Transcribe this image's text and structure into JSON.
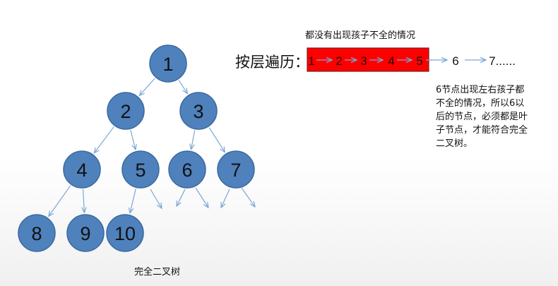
{
  "caption_top": "都没有出现孩子不全的情况",
  "traversal_label": "按层遍历：",
  "sequence": {
    "highlighted": [
      "1",
      "2",
      "3",
      "4",
      "5"
    ],
    "rest": [
      "6",
      "7......"
    ]
  },
  "side_note_lines": [
    "6节点出现左右孩子都",
    "不全的情况，所以6以",
    "后的节点，必须都是叶",
    "子节点，才能符合完全",
    "二叉树。"
  ],
  "caption_bottom": "完全二叉树",
  "colors": {
    "node_fill": "#4f81bd",
    "node_stroke": "#3a6a9e",
    "edge": "#7aa7d6",
    "highlight_fill": "#ff0000",
    "highlight_stroke": "#7a1f1f"
  },
  "tree": {
    "nodes": [
      {
        "id": "n1",
        "label": "1"
      },
      {
        "id": "n2",
        "label": "2"
      },
      {
        "id": "n3",
        "label": "3"
      },
      {
        "id": "n4",
        "label": "4"
      },
      {
        "id": "n5",
        "label": "5"
      },
      {
        "id": "n6",
        "label": "6"
      },
      {
        "id": "n7",
        "label": "7"
      },
      {
        "id": "n8",
        "label": "8"
      },
      {
        "id": "n9",
        "label": "9"
      },
      {
        "id": "n10",
        "label": "10"
      }
    ],
    "edges": [
      [
        "n1",
        "n2"
      ],
      [
        "n1",
        "n3"
      ],
      [
        "n2",
        "n4"
      ],
      [
        "n2",
        "n5"
      ],
      [
        "n3",
        "n6"
      ],
      [
        "n3",
        "n7"
      ],
      [
        "n4",
        "n8"
      ],
      [
        "n4",
        "n9"
      ],
      [
        "n5",
        "n10"
      ]
    ]
  }
}
